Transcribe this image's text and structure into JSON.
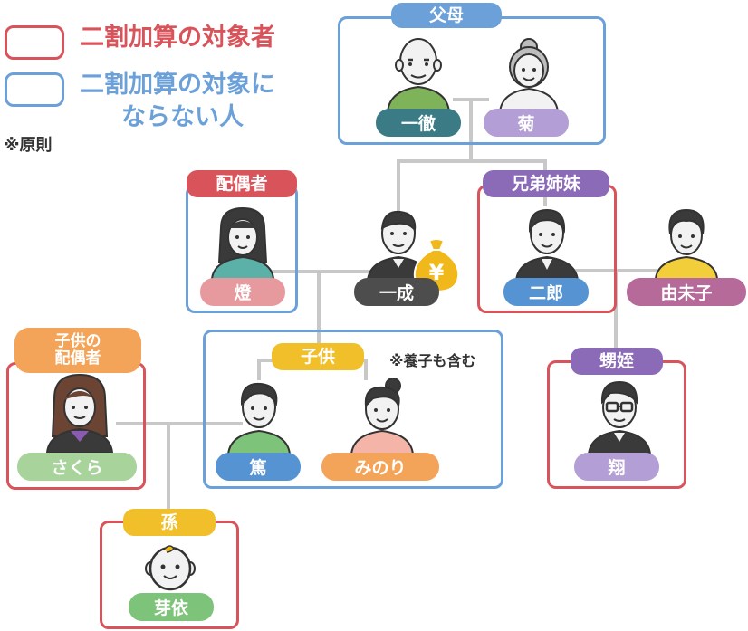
{
  "legend": {
    "target_label": "二割加算の対象者",
    "nontarget_label_line1": "二割加算の対象に",
    "nontarget_label_line2": "ならない人",
    "note": "※原則"
  },
  "groups": {
    "parents": "父母",
    "spouse": "配偶者",
    "siblings": "兄弟姉妹",
    "children": "子供",
    "child_spouse_line1": "子供の",
    "child_spouse_line2": "配偶者",
    "nephew": "甥姪",
    "grandchild": "孫"
  },
  "children_note": "※養子も含む",
  "people": {
    "father": "一徹",
    "mother": "菊",
    "spouse": "燈",
    "self": "一成",
    "sibling": "二郎",
    "sibling_spouse": "由未子",
    "child_spouse": "さくら",
    "child_son": "篤",
    "child_daughter": "みのり",
    "nephew": "翔",
    "grandchild": "芽依"
  },
  "icons": {
    "money_bag": "yen-money-bag-icon",
    "yen_symbol": "¥"
  },
  "colors": {
    "target_border": "#d9535b",
    "nontarget_border": "#6ca0d8",
    "connector": "#c8c8c8"
  }
}
